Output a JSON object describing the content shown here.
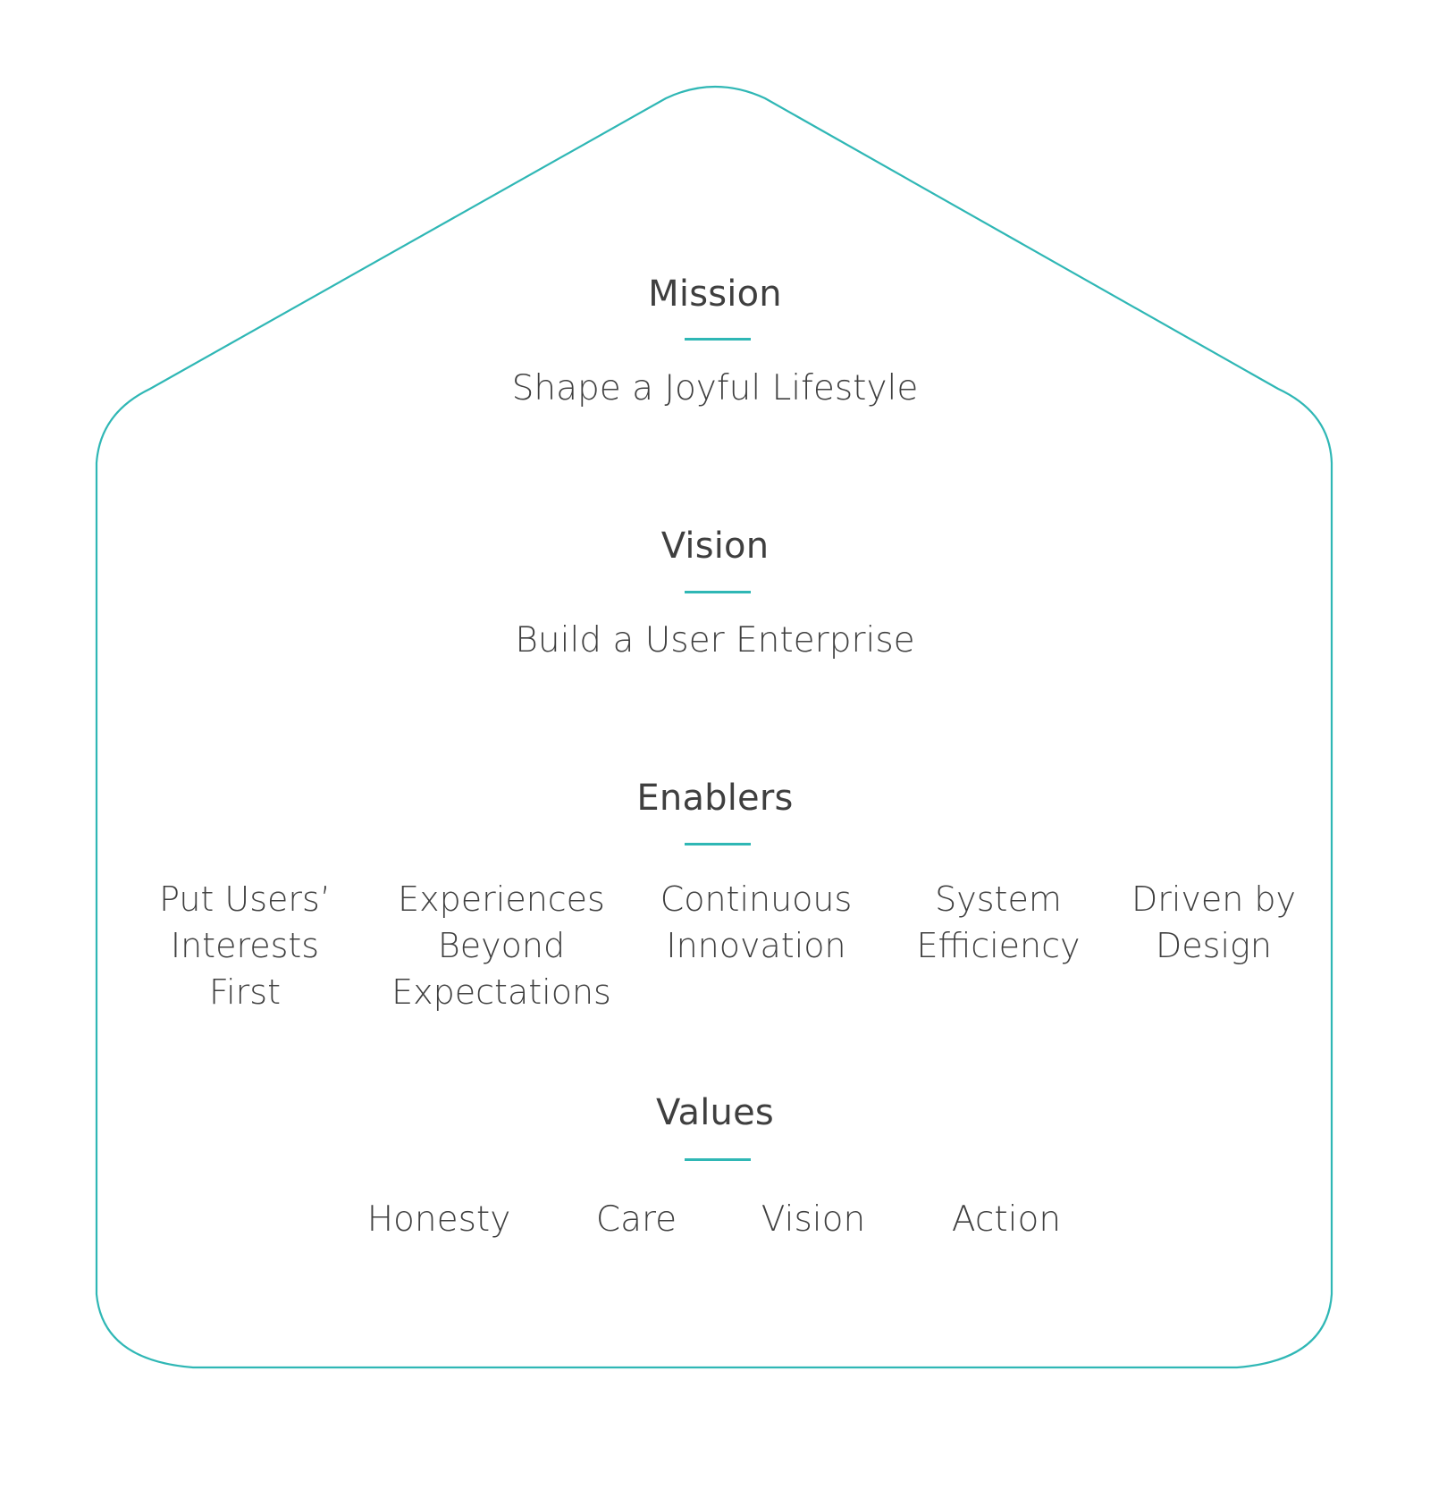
{
  "colors": {
    "accent": "#2fb7b5",
    "text": "#3f3f3f",
    "background": "#ffffff"
  },
  "mission": {
    "title": "Mission",
    "text": "Shape a Joyful Lifestyle"
  },
  "vision": {
    "title": "Vision",
    "text": "Build a User Enterprise"
  },
  "enablers": {
    "title": "Enablers",
    "items": [
      {
        "lines": [
          "Put Users’",
          "Interests",
          "First"
        ]
      },
      {
        "lines": [
          "Experiences",
          "Beyond",
          "Expectations"
        ]
      },
      {
        "lines": [
          "Continuous",
          "Innovation"
        ]
      },
      {
        "lines": [
          "System",
          "Efficiency"
        ]
      },
      {
        "lines": [
          "Driven by",
          "Design"
        ]
      }
    ]
  },
  "values": {
    "title": "Values",
    "items": [
      "Honesty",
      "Care",
      "Vision",
      "Action"
    ]
  }
}
